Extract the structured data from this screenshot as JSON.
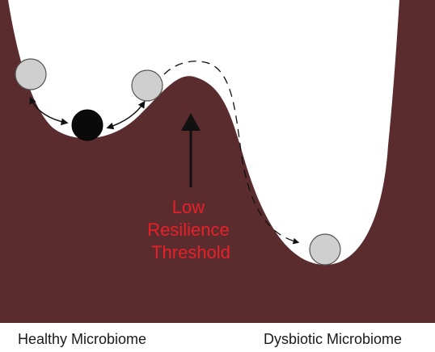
{
  "diagram": {
    "threshold_label": [
      "Low",
      "Resilience",
      "Threshold"
    ],
    "left_caption": "Healthy Microbiome",
    "right_caption": "Dysbiotic Microbiome",
    "colors": {
      "terrain": "#5a2c2e",
      "label_red": "#e8202a",
      "ball_grey": "#cfcfcf",
      "ball_black": "#0a0a0a",
      "arrow": "#111111"
    }
  }
}
